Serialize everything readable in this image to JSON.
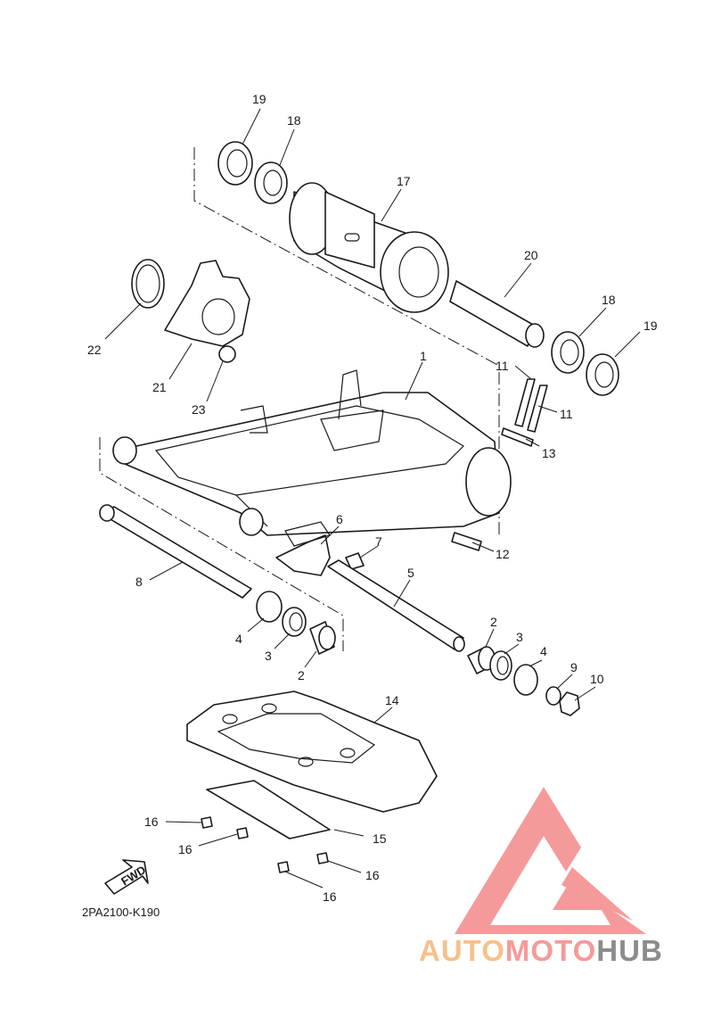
{
  "diagram_code": "2PA2100-K190",
  "fwd_label": "FWD",
  "callouts": {
    "c1": "1",
    "c2a": "2",
    "c2b": "2",
    "c3a": "3",
    "c3b": "3",
    "c4a": "4",
    "c4b": "4",
    "c5": "5",
    "c6": "6",
    "c7": "7",
    "c8": "8",
    "c9": "9",
    "c10": "10",
    "c11a": "11",
    "c11b": "11",
    "c12": "12",
    "c13": "13",
    "c14": "14",
    "c15": "15",
    "c16a": "16",
    "c16b": "16",
    "c16c": "16",
    "c16d": "16",
    "c17": "17",
    "c18a": "18",
    "c18b": "18",
    "c19a": "19",
    "c19b": "19",
    "c20": "20",
    "c21": "21",
    "c22": "22",
    "c23": "23"
  },
  "watermark": {
    "brand_auto": "AUTO",
    "brand_moto": "MOTO",
    "brand_hub": "HUB",
    "color_auto": "#f7c08a",
    "color_moto": "#f59a9a",
    "color_hub": "#8c8c8c",
    "logo_color": "#f59a9a"
  }
}
